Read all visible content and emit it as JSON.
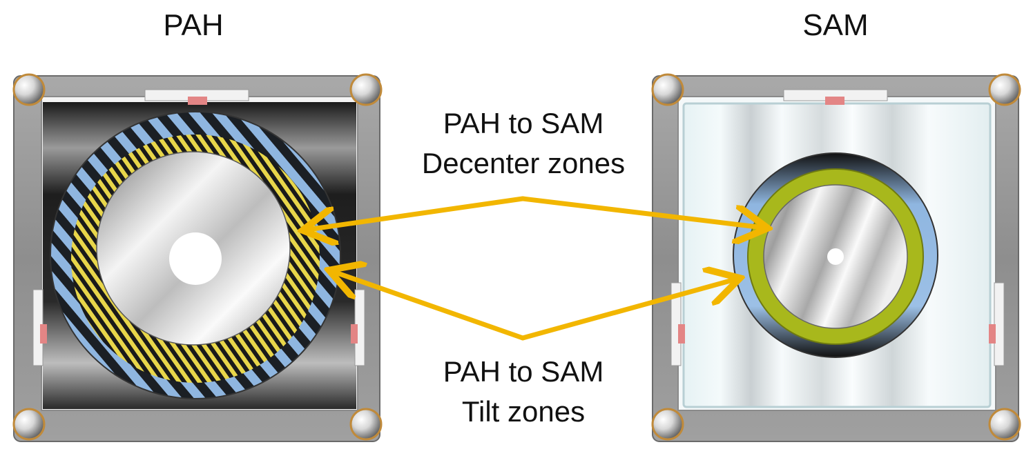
{
  "titles": {
    "left": "PAH",
    "right": "SAM"
  },
  "annotations": {
    "decenter": {
      "line1": "PAH to SAM",
      "line2": "Decenter zones"
    },
    "tilt": {
      "line1": "PAH to SAM",
      "line2": "Tilt zones"
    }
  },
  "colors": {
    "arrow": "#f2b600",
    "ring_green": "#a8b81c",
    "ring_blue": "#8fb6e0",
    "fringe_yellow": "#e8d64a",
    "frame_gray": "#8a8a8a"
  }
}
